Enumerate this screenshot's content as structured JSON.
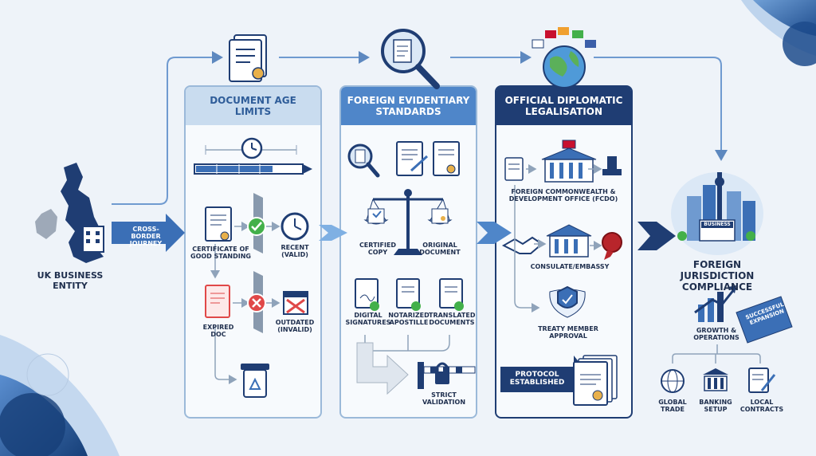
{
  "start": {
    "label": "UK BUSINESS ENTITY"
  },
  "cross_border": {
    "label": "CROSS-BORDER JOURNEY"
  },
  "panel1": {
    "title": "DOCUMENT AGE LIMITS",
    "certificate": "CERTIFICATE OF GOOD STANDING",
    "recent": "RECENT (VALID)",
    "expired": "EXPIRED DOC",
    "outdated": "OUTDATED (INVALID)"
  },
  "panel2": {
    "title": "FOREIGN EVIDENTIARY STANDARDS",
    "certified": "CERTIFIED COPY",
    "original": "ORIGINAL DOCUMENT",
    "digital": "DIGITAL SIGNATURES",
    "notarized": "NOTARIZED APOSTILLE",
    "translated": "TRANSLATED DOCUMENTS",
    "strict": "STRICT VALIDATION"
  },
  "panel3": {
    "title": "OFFICIAL DIPLOMATIC LEGALISATION",
    "fcdo": "FOREIGN COMMONWEALTH & DEVELOPMENT OFFICE (FCDO)",
    "consulate": "CONSULATE/EMBASSY",
    "treaty": "TREATY MEMBER APPROVAL",
    "protocol": "PROTOCOL ESTABLISHED"
  },
  "end": {
    "business_sign": "BUSINESS",
    "title": "FOREIGN JURISDICTION COMPLIANCE",
    "growth": "GROWTH & OPERATIONS",
    "expansion": "SUCCESSFUL EXPANSION",
    "global": "GLOBAL TRADE",
    "banking": "BANKING SETUP",
    "local": "LOCAL CONTRACTS"
  },
  "colors": {
    "navy": "#1f3d73",
    "blue": "#3b78c2",
    "light_blue": "#7fb0e3",
    "panel_border": "#9bb9d9",
    "green": "#43b04a",
    "red": "#e04848"
  }
}
